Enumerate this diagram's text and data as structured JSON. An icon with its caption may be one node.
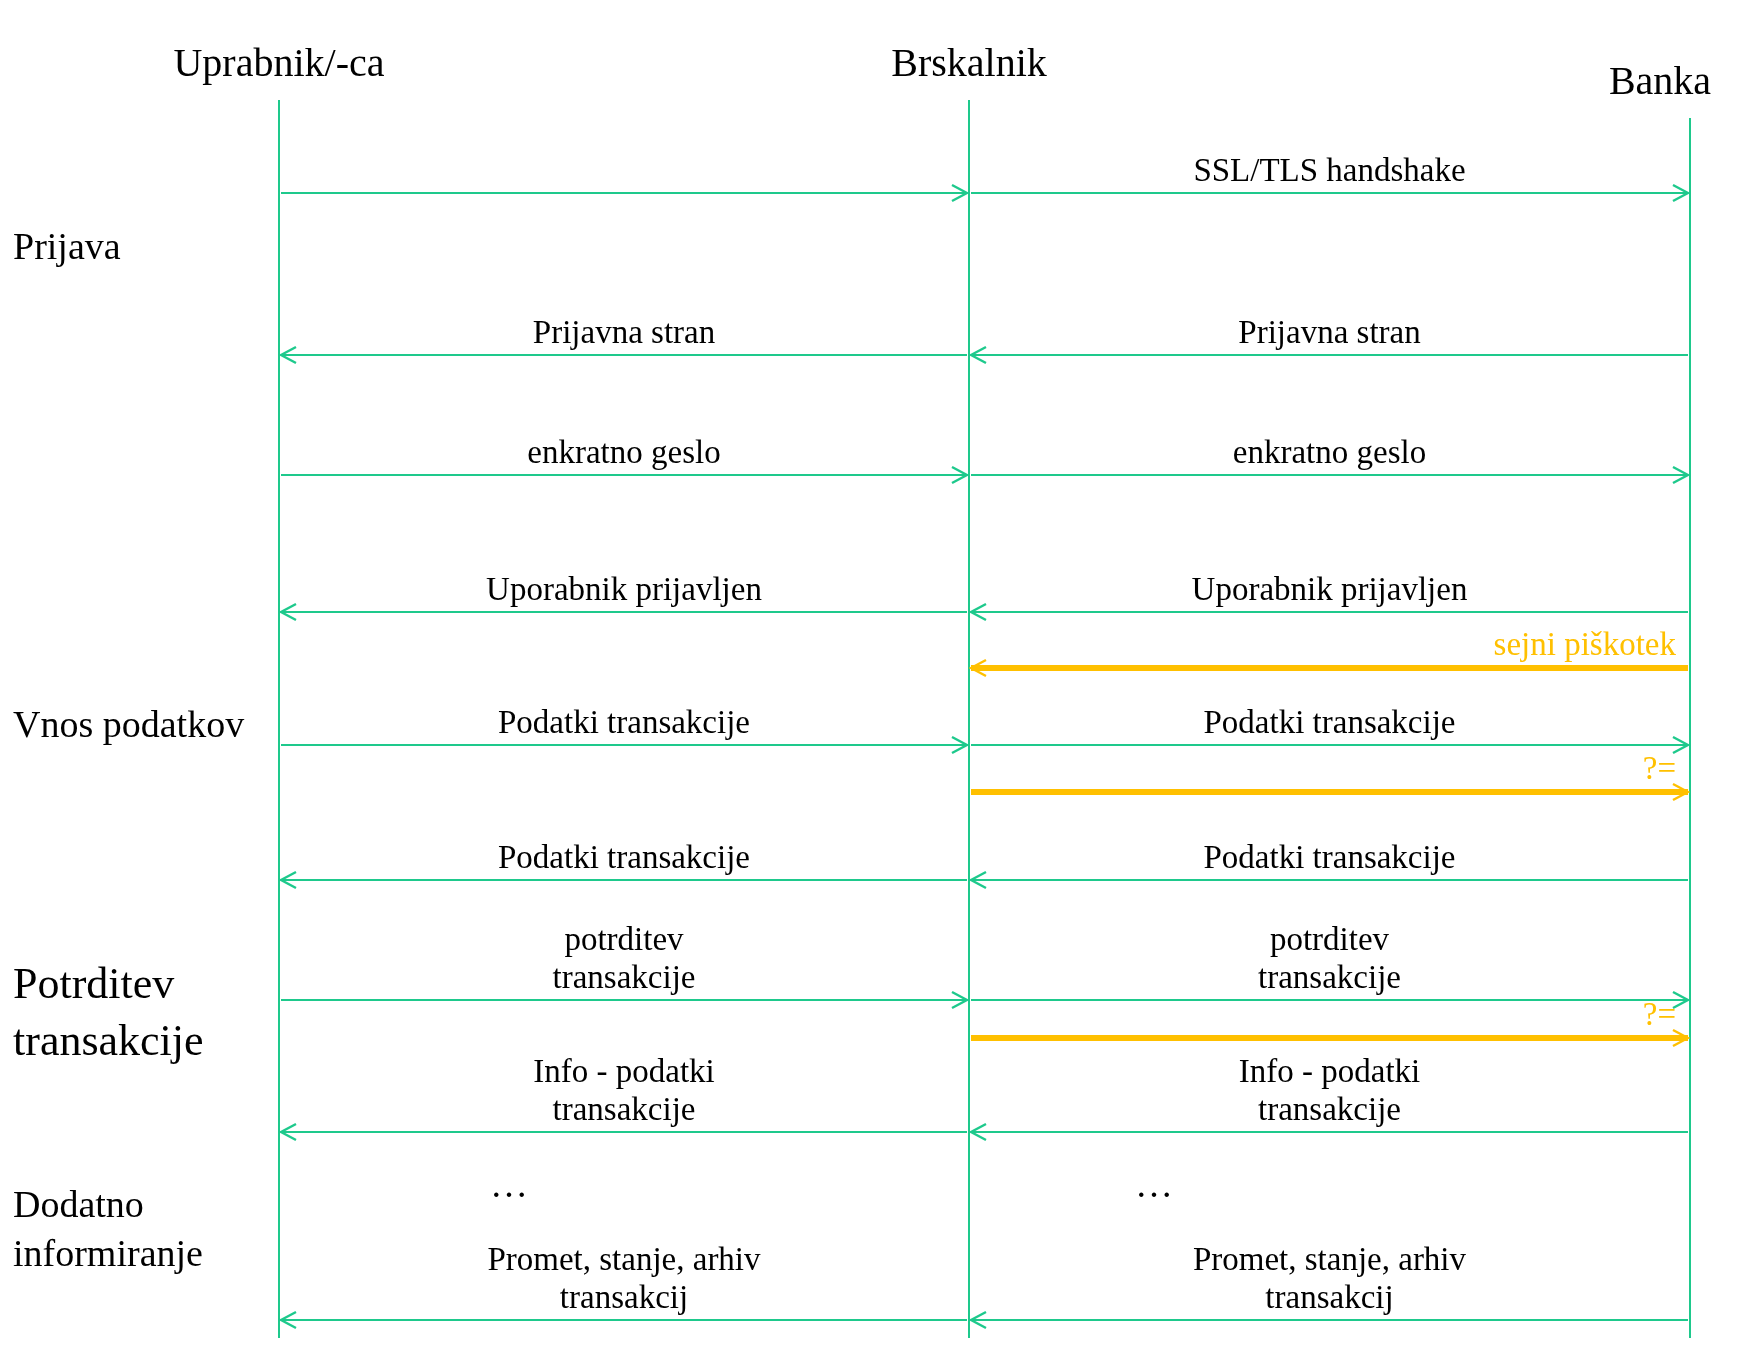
{
  "diagram": {
    "nodes": [
      {
        "text": [
          "Uprabnik/-ca"
        ]
      },
      {
        "text": [
          "Brskalnik"
        ]
      },
      {
        "text": [
          "Banka"
        ]
      }
    ],
    "edges": [
      {
        "from": 0,
        "to": 1,
        "arrow": "to"
      },
      {
        "from": 1,
        "to": 2,
        "arrow": "to",
        "label": "SSL/TLS handshake"
      },
      {
        "from": 1,
        "to": 0,
        "arrow": "to",
        "label": "Prijavna stran"
      },
      {
        "from": 2,
        "to": 1,
        "arrow": "to",
        "label": "Prijavna stran"
      },
      {
        "from": 0,
        "to": 1,
        "arrow": "to",
        "label": "enkratno geslo"
      },
      {
        "from": 1,
        "to": 2,
        "arrow": "to",
        "label": "enkratno geslo"
      },
      {
        "from": 1,
        "to": 0,
        "arrow": "to",
        "label": "Uporabnik prijavljen"
      },
      {
        "from": 2,
        "to": 1,
        "arrow": "to",
        "label": "Uporabnik prijavljen"
      },
      {
        "from": 2,
        "to": 1,
        "arrow": "to",
        "label": "sejni piškotek",
        "style": "thick",
        "color": "#ffc000"
      },
      {
        "from": 0,
        "to": 1,
        "arrow": "to",
        "label": "Podatki transakcije"
      },
      {
        "from": 1,
        "to": 2,
        "arrow": "to",
        "label": "Podatki transakcije"
      },
      {
        "from": 1,
        "to": 2,
        "arrow": "to",
        "label": "?=",
        "style": "thick",
        "color": "#ffc000"
      },
      {
        "from": 1,
        "to": 0,
        "arrow": "to",
        "label": "Podatki transakcije"
      },
      {
        "from": 2,
        "to": 1,
        "arrow": "to",
        "label": "Podatki transakcije"
      },
      {
        "from": 0,
        "to": 1,
        "arrow": "to",
        "label": "potrditev transakcije"
      },
      {
        "from": 1,
        "to": 2,
        "arrow": "to",
        "label": "potrditev transakcije"
      },
      {
        "from": 1,
        "to": 2,
        "arrow": "to",
        "label": "?=",
        "style": "thick",
        "color": "#ffc000"
      },
      {
        "from": 1,
        "to": 0,
        "arrow": "to",
        "label": "Info - podatki transakcije"
      },
      {
        "from": 2,
        "to": 1,
        "arrow": "to",
        "label": "Info - podatki transakcije"
      },
      {
        "from": 1,
        "to": 0,
        "arrow": "to",
        "label": "Promet, stanje, arhiv transakcij"
      },
      {
        "from": 2,
        "to": 1,
        "arrow": "to",
        "label": "Promet, stanje, arhiv transakcij"
      }
    ],
    "labels": [
      "Prijava",
      "Vnos podatkov",
      "Potrditev transakcije",
      "Dodatno informiranje",
      "…",
      "…"
    ]
  }
}
